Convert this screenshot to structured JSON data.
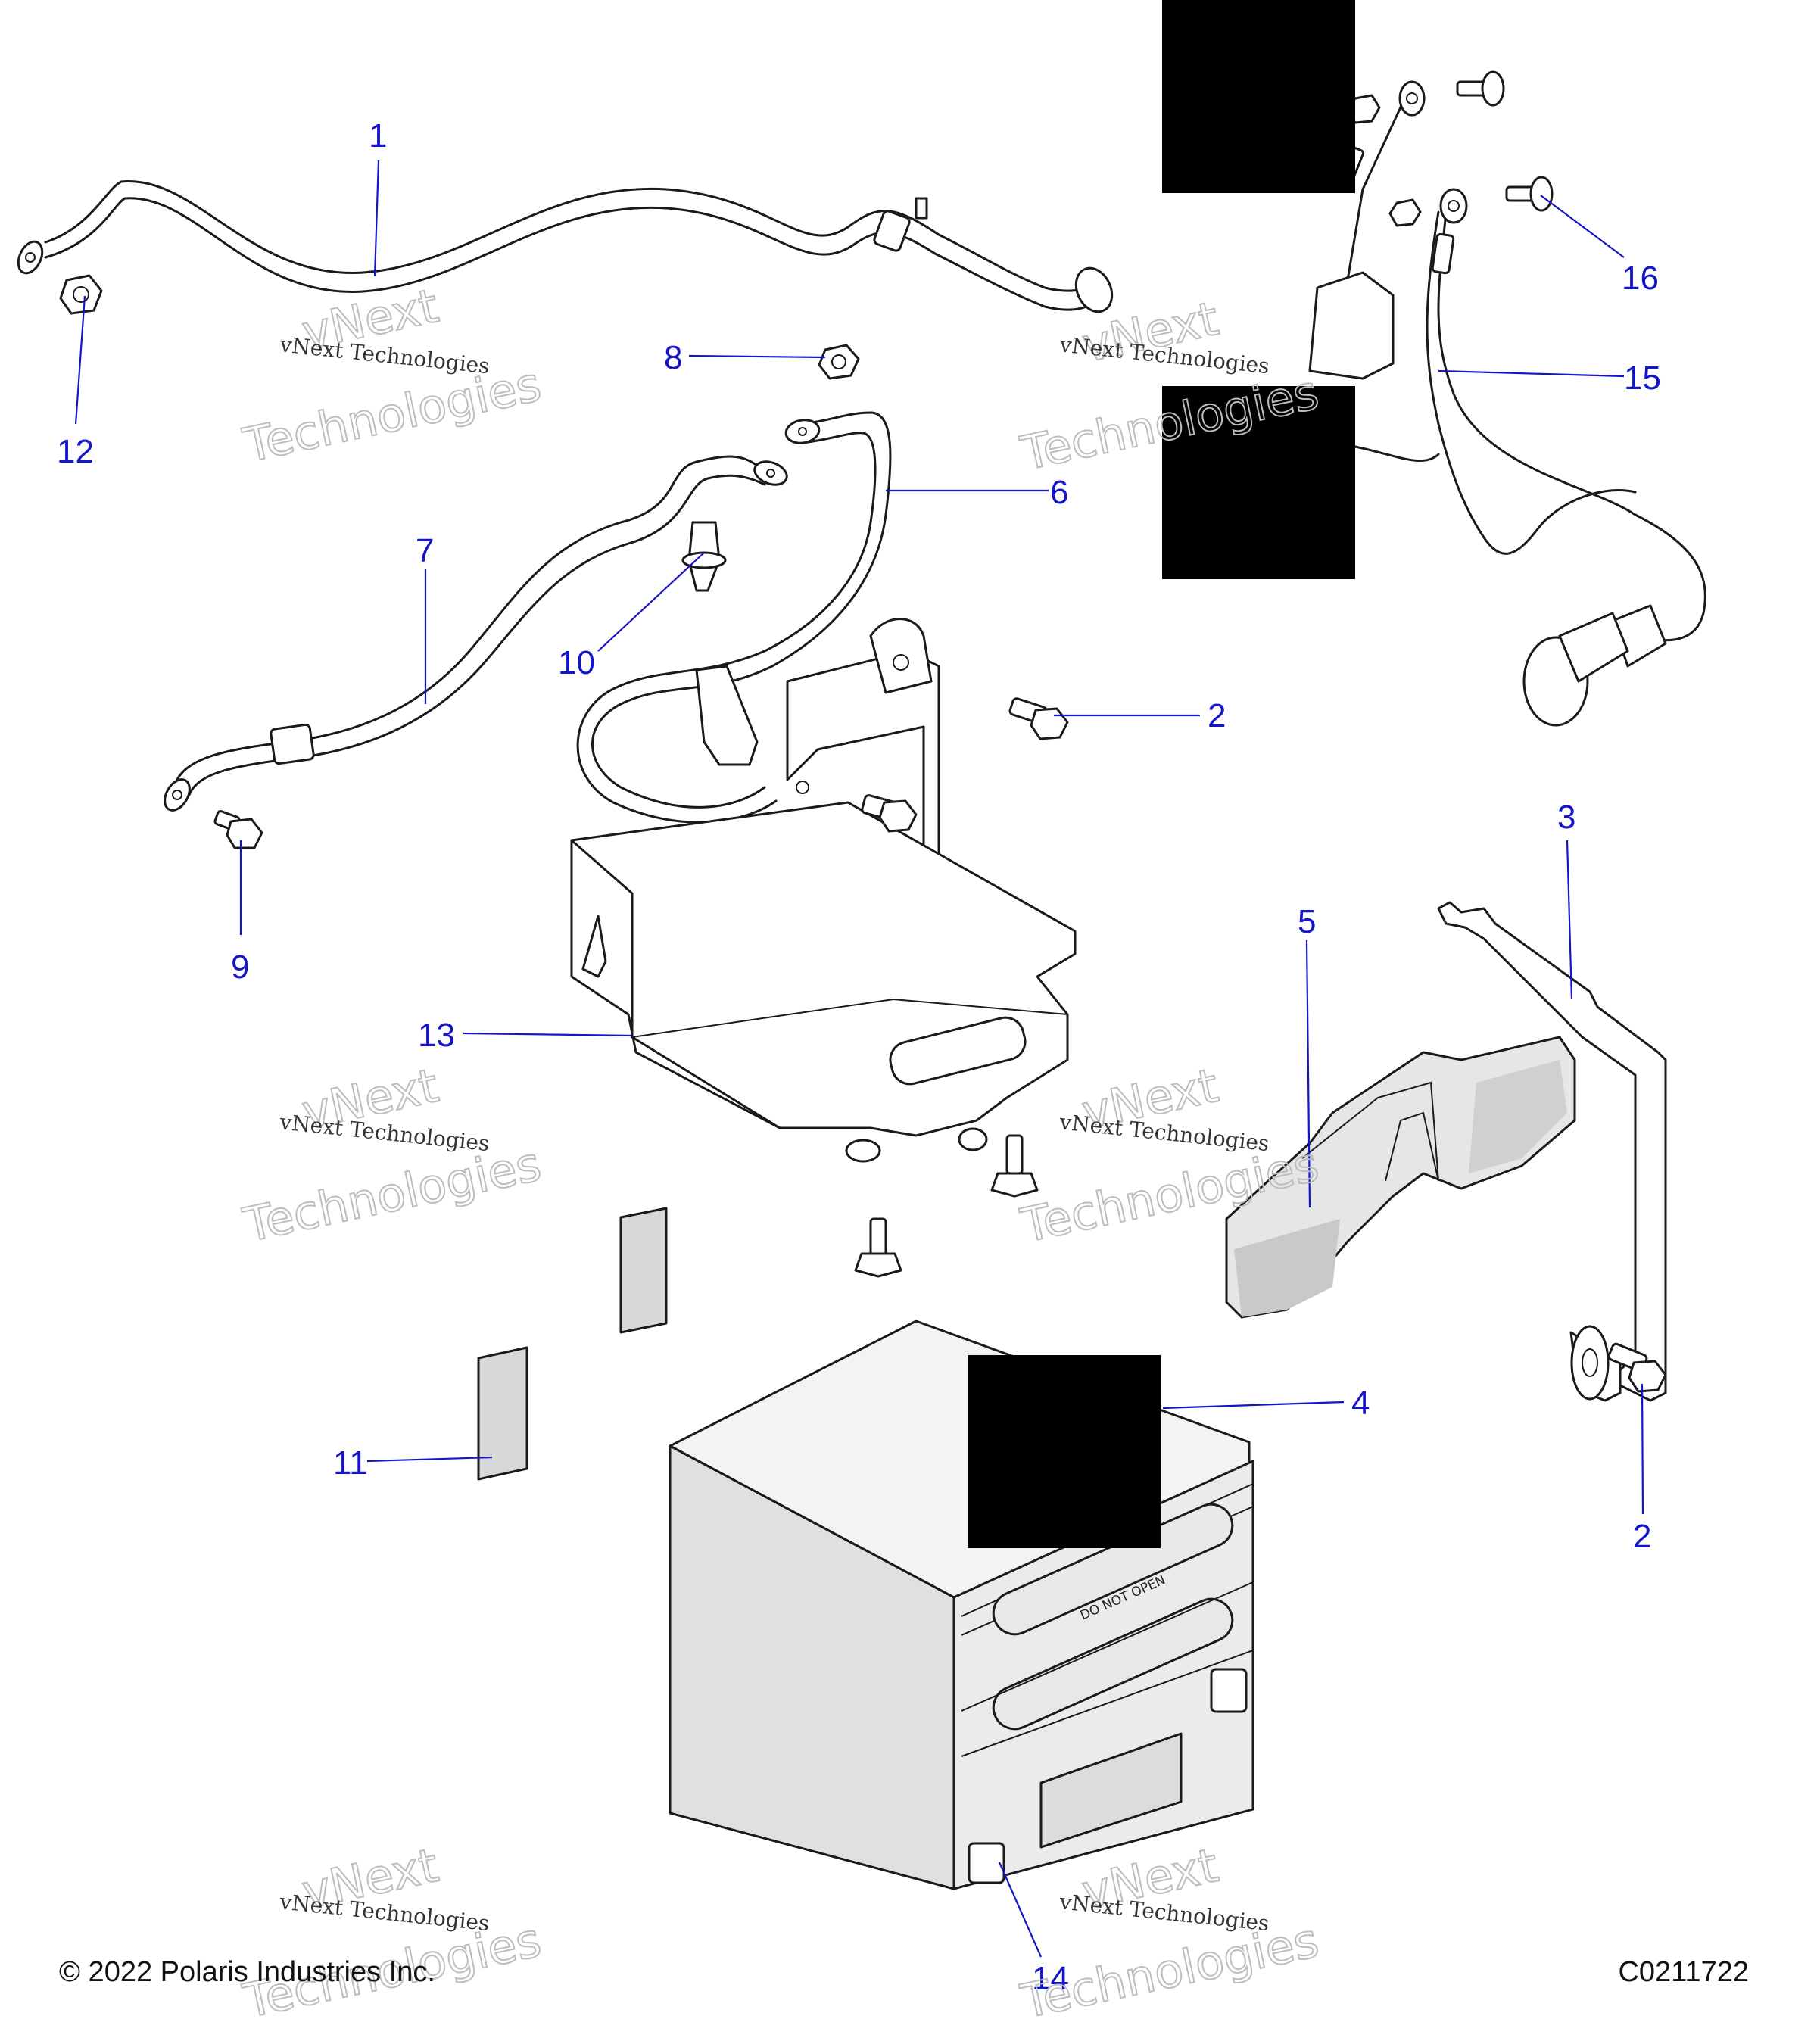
{
  "callouts": [
    {
      "id": "1",
      "label": "1"
    },
    {
      "id": "2a",
      "label": "2"
    },
    {
      "id": "2b",
      "label": "2"
    },
    {
      "id": "3",
      "label": "3"
    },
    {
      "id": "4",
      "label": "4"
    },
    {
      "id": "5",
      "label": "5"
    },
    {
      "id": "6",
      "label": "6"
    },
    {
      "id": "7",
      "label": "7"
    },
    {
      "id": "8",
      "label": "8"
    },
    {
      "id": "9",
      "label": "9"
    },
    {
      "id": "10",
      "label": "10"
    },
    {
      "id": "11",
      "label": "11"
    },
    {
      "id": "12",
      "label": "12"
    },
    {
      "id": "13",
      "label": "13"
    },
    {
      "id": "14",
      "label": "14"
    },
    {
      "id": "15",
      "label": "15"
    },
    {
      "id": "16",
      "label": "16"
    }
  ],
  "watermark": {
    "line1": "vNext",
    "line2": "vNext Technologies",
    "line3": "Technologies"
  },
  "battery_label": "DO NOT OPEN",
  "footer": {
    "copyright": "© 2022 Polaris Industries Inc.",
    "code": "C0211722"
  },
  "colors": {
    "callout": "#1414c8",
    "redaction": "#000000",
    "part_fill": "#ffffff",
    "battery_shade": "#e2e2e2"
  }
}
